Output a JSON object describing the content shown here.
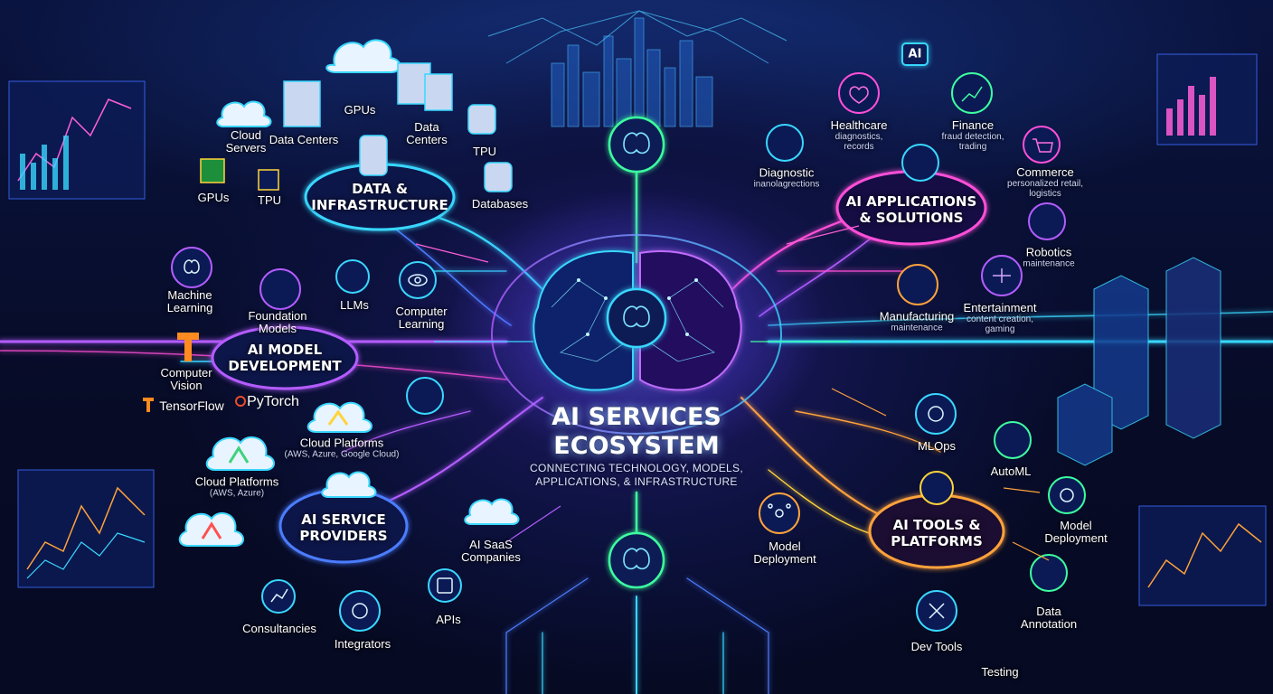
{
  "center": {
    "title_line1": "AI SERVICES",
    "title_line2": "ECOSYSTEM",
    "subtitle_line1": "CONNECTING TECHNOLOGY, MODELS,",
    "subtitle_line2": "APPLICATIONS, & INFRASTRUCTURE"
  },
  "hubs": {
    "data_infrastructure": {
      "line1": "DATA &",
      "line2": "INFRASTRUCTURE"
    },
    "ai_model_development": {
      "line1": "AI MODEL",
      "line2": "DEVELOPMENT"
    },
    "ai_service_providers": {
      "line1": "AI SERVICE",
      "line2": "PROVIDERS"
    },
    "ai_applications": {
      "line1": "AI APPLICATIONS",
      "line2": "& SOLUTIONS"
    },
    "ai_tools_platforms": {
      "line1": "AI TOOLS &",
      "line2": "PLATFORMS"
    }
  },
  "labels": {
    "gpus_top": "GPUs",
    "cloud_servers_1": "Cloud",
    "cloud_servers_2": "Servers",
    "data_centers_a": "Data Centers",
    "data_centers_b1": "Data",
    "data_centers_b2": "Centers",
    "tpu_top": "TPU",
    "gpus_left": "GPUs",
    "tpu_left": "TPU",
    "databases": "Databases",
    "machine_learning_1": "Machine",
    "machine_learning_2": "Learning",
    "foundation_models_1": "Foundation",
    "foundation_models_2": "Models",
    "llms": "LLMs",
    "computer_learning_1": "Computer",
    "computer_learning_2": "Learning",
    "computer_vision_1": "Computer",
    "computer_vision_2": "Vision",
    "tensorflow": "TensorFlow",
    "pytorch": "PyTorch",
    "cloud_platforms_a1": "Cloud Platforms",
    "cloud_platforms_a2": "(AWS, Azure, Google Cloud)",
    "cloud_platforms_b1": "Cloud Platforms",
    "cloud_platforms_b2": "(AWS, Azure)",
    "ai_saas_1": "AI SaaS",
    "ai_saas_2": "Companies",
    "consultancies": "Consultancies",
    "integrators": "Integrators",
    "apis": "APIs",
    "healthcare": "Healthcare",
    "healthcare_sub1": "diagnostics,",
    "healthcare_sub2": "records",
    "finance": "Finance",
    "finance_sub1": "fraud detection,",
    "finance_sub2": "trading",
    "diagnostic": "Diagnostic",
    "diagnostic_sub": "inanolagrections",
    "commerce": "Commerce",
    "commerce_sub1": "personalized retail,",
    "commerce_sub2": "logistics",
    "robotics": "Robotics",
    "robotics_sub": "maintenance",
    "manufacturing": "Manufacturing",
    "manufacturing_sub": "maintenance",
    "entertainment": "Entertainment",
    "entertainment_sub1": "content creation,",
    "entertainment_sub2": "gaming",
    "mlops": "MLOps",
    "automl": "AutoML",
    "model_deployment_r1": "Model",
    "model_deployment_r2": "Deployment",
    "model_deployment_c1": "Model",
    "model_deployment_c2": "Deployment",
    "data_annotation_1": "Data",
    "data_annotation_2": "Annotation",
    "dev_tools": "Dev Tools",
    "testing": "Testing",
    "ai_badge": "AI"
  },
  "colors": {
    "cyan": "#39d7ff",
    "blue": "#3a7bff",
    "purple": "#b45cff",
    "magenta": "#ff4fd8",
    "orange": "#ffa23a",
    "green": "#3dffa0",
    "yellow": "#ffd43a"
  }
}
